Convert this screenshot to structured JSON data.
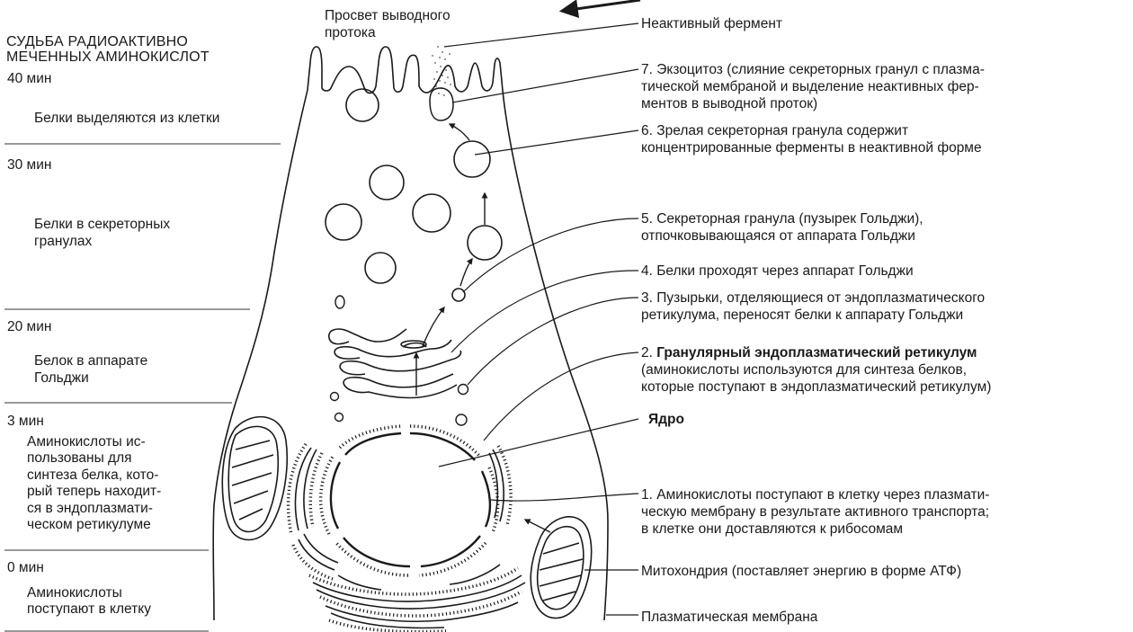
{
  "header": {
    "line1": "СУДЬБА РАДИОАКТИВНО",
    "line2": "МЕЧЕННЫХ АМИНОКИСЛОТ"
  },
  "lumen": {
    "line1": "Просвет выводного",
    "line2": "протока"
  },
  "timeline": [
    {
      "time": "40 мин",
      "lines": [
        "Белки выделяются из клетки"
      ]
    },
    {
      "time": "30 мин",
      "lines": [
        "Белки в секреторных",
        "гранулах"
      ]
    },
    {
      "time": "20 мин",
      "lines": [
        "Белок в аппарате",
        "Гольджи"
      ]
    },
    {
      "time": "3 мин",
      "lines": [
        "Аминокислоты ис-",
        "пользованы для",
        "синтеза белка, кото-",
        "рый теперь находит-",
        "ся в эндоплазмати-",
        "ческом ретикулуме"
      ]
    },
    {
      "time": "0 мин",
      "lines": [
        "Аминокислоты",
        "поступают в клетку"
      ]
    }
  ],
  "labels": {
    "inactive_enzyme": "Неактивный фермент",
    "step7": [
      "7. Экзоцитоз (слияние секреторных гранул с плазма-",
      "тической мембраной и выделение неактивных фер-",
      "ментов в  выводной проток)"
    ],
    "step6": [
      "6. Зрелая секреторная гранула содержит",
      "концентрированные ферменты в неактивной форме"
    ],
    "step5": [
      "5. Секреторная гранула (пузырек Гольджи),",
      "отпочковывающаяся от аппарата Гольджи"
    ],
    "step4": [
      "4. Белки проходят через аппарат Гольджи"
    ],
    "step3": [
      "3. Пузырьки, отделяющиеся от эндоплазматического",
      "ретикулума, переносят белки к аппарату Гольджи"
    ],
    "step2_prefix": "2. ",
    "step2_bold": "Гранулярный эндоплазматический ретикулум",
    "step2_rest": [
      "(аминокислоты используются для синтеза белков,",
      "которые поступают в эндоплазматический ретикулум)"
    ],
    "nucleus": "Ядро",
    "step1": [
      "1. Аминокислоты поступают в клетку через плазмати-",
      "ческую мембрану в результате активного транспорта;",
      "в клетке они доставляются к рибосомам"
    ],
    "mitochondrion": "Митохондрия (поставляет энергию в форме АТФ)",
    "plasma_membrane": "Плазматическая мембрана"
  }
}
